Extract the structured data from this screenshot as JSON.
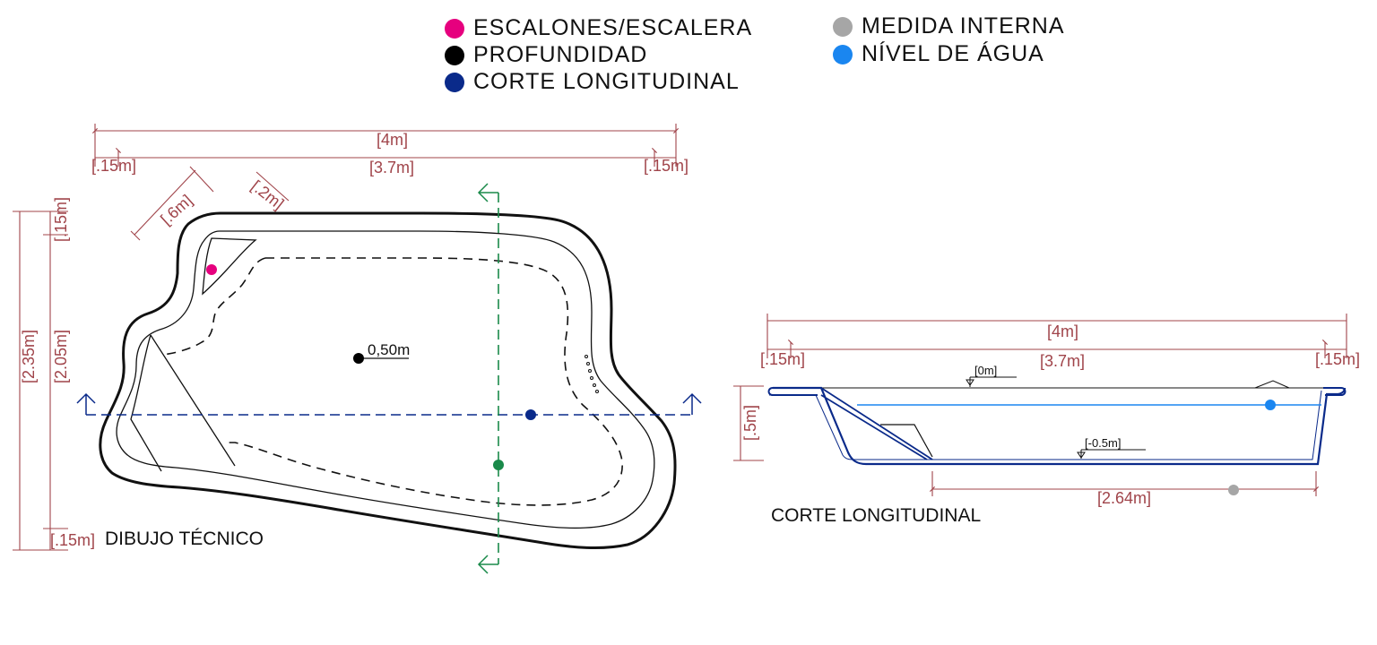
{
  "legend": [
    {
      "label": "ESCALONES/ESCALERA",
      "color": "#e6007e"
    },
    {
      "label": "PROFUNDIDAD",
      "color": "#000000"
    },
    {
      "label": "CORTE LONGITUDINAL",
      "color": "#0a2a8a"
    },
    {
      "label": "MEDIDA INTERNA",
      "color": "#a6a6a6"
    },
    {
      "label": "NÍVEL DE ÁGUA",
      "color": "#1a86f0"
    }
  ],
  "plan": {
    "caption": "DIBUJO TÉCNICO",
    "depth_label": "0,50m",
    "dims": {
      "total_width": "[4m]",
      "inner_width": "[3.7m]",
      "left_margin": "[.15m]",
      "right_margin": "[.15m]",
      "step_width": "[.6m]",
      "step_depth": "[.2m]",
      "total_height": "[2.35m]",
      "inner_height": "[2.05m]",
      "top_margin": "[.15m]",
      "bottom_margin": "[.15m]"
    }
  },
  "section": {
    "caption": "CORTE LONGITUDINAL",
    "dims": {
      "total_width": "[4m]",
      "inner_width": "[3.7m]",
      "left_margin": "[.15m]",
      "right_margin": "[.15m]",
      "depth": "[.5m]",
      "floor_length": "[2.64m]",
      "top_level": "[0m]",
      "bottom_level": "[-0.5m]"
    }
  },
  "colors": {
    "dimension": "#a0444a",
    "section_line": "#0a2a8a",
    "cut_marker": "#1a8a4a",
    "water": "#1a86f0"
  }
}
